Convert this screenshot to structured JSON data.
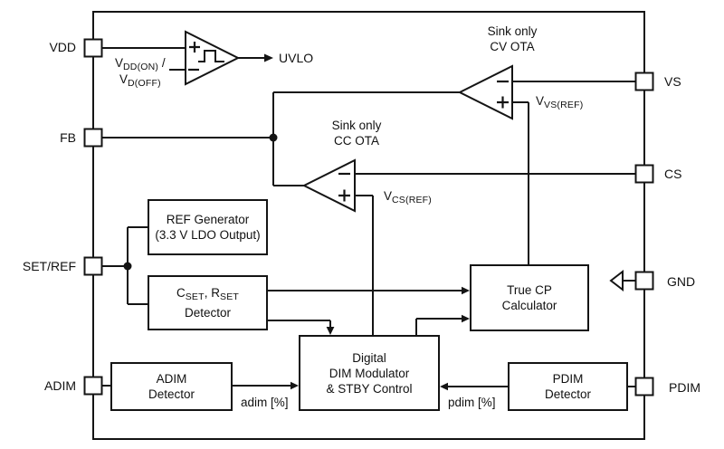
{
  "diagram": {
    "kind": "IC functional block diagram",
    "line_color": "#141414",
    "background_color": "#ffffff"
  },
  "pins": {
    "left": [
      {
        "label": "VDD"
      },
      {
        "label": "FB"
      },
      {
        "label": "SET/REF"
      },
      {
        "label": "ADIM"
      }
    ],
    "right": [
      {
        "label": "VS"
      },
      {
        "label": "CS"
      },
      {
        "label": "GND"
      },
      {
        "label": "PDIM"
      }
    ]
  },
  "comparator": {
    "output_label": "UVLO",
    "threshold_line1": {
      "v": "V",
      "sub": "DD(ON)",
      "tail": " /"
    },
    "threshold_line2": {
      "v": "V",
      "sub": "D(OFF)"
    }
  },
  "ota_cv": {
    "caption_line1": "Sink only",
    "caption_line2": "CV OTA",
    "ref_label": {
      "v": "V",
      "sub": "VS(REF)"
    }
  },
  "ota_cc": {
    "caption_line1": "Sink only",
    "caption_line2": "CC OTA",
    "ref_label": {
      "v": "V",
      "sub": "CS(REF)"
    }
  },
  "blocks": {
    "ref_generator": {
      "line1": "REF Generator",
      "line2": "(3.3 V LDO Output)"
    },
    "set_detector": {
      "c": "C",
      "c_sub": "SET",
      "mid": ", R",
      "r_sub": "SET",
      "line2": "Detector"
    },
    "true_cp": {
      "line1": "True CP",
      "line2": "Calculator"
    },
    "dim_modulator": {
      "line1": "Digital",
      "line2": "DIM Modulator",
      "line3": "& STBY Control"
    },
    "adim_detector": {
      "line1": "ADIM",
      "line2": "Detector"
    },
    "pdim_detector": {
      "line1": "PDIM",
      "line2": "Detector"
    }
  },
  "signals": {
    "adim_percent": "adim [%]",
    "pdim_percent": "pdim [%]"
  }
}
